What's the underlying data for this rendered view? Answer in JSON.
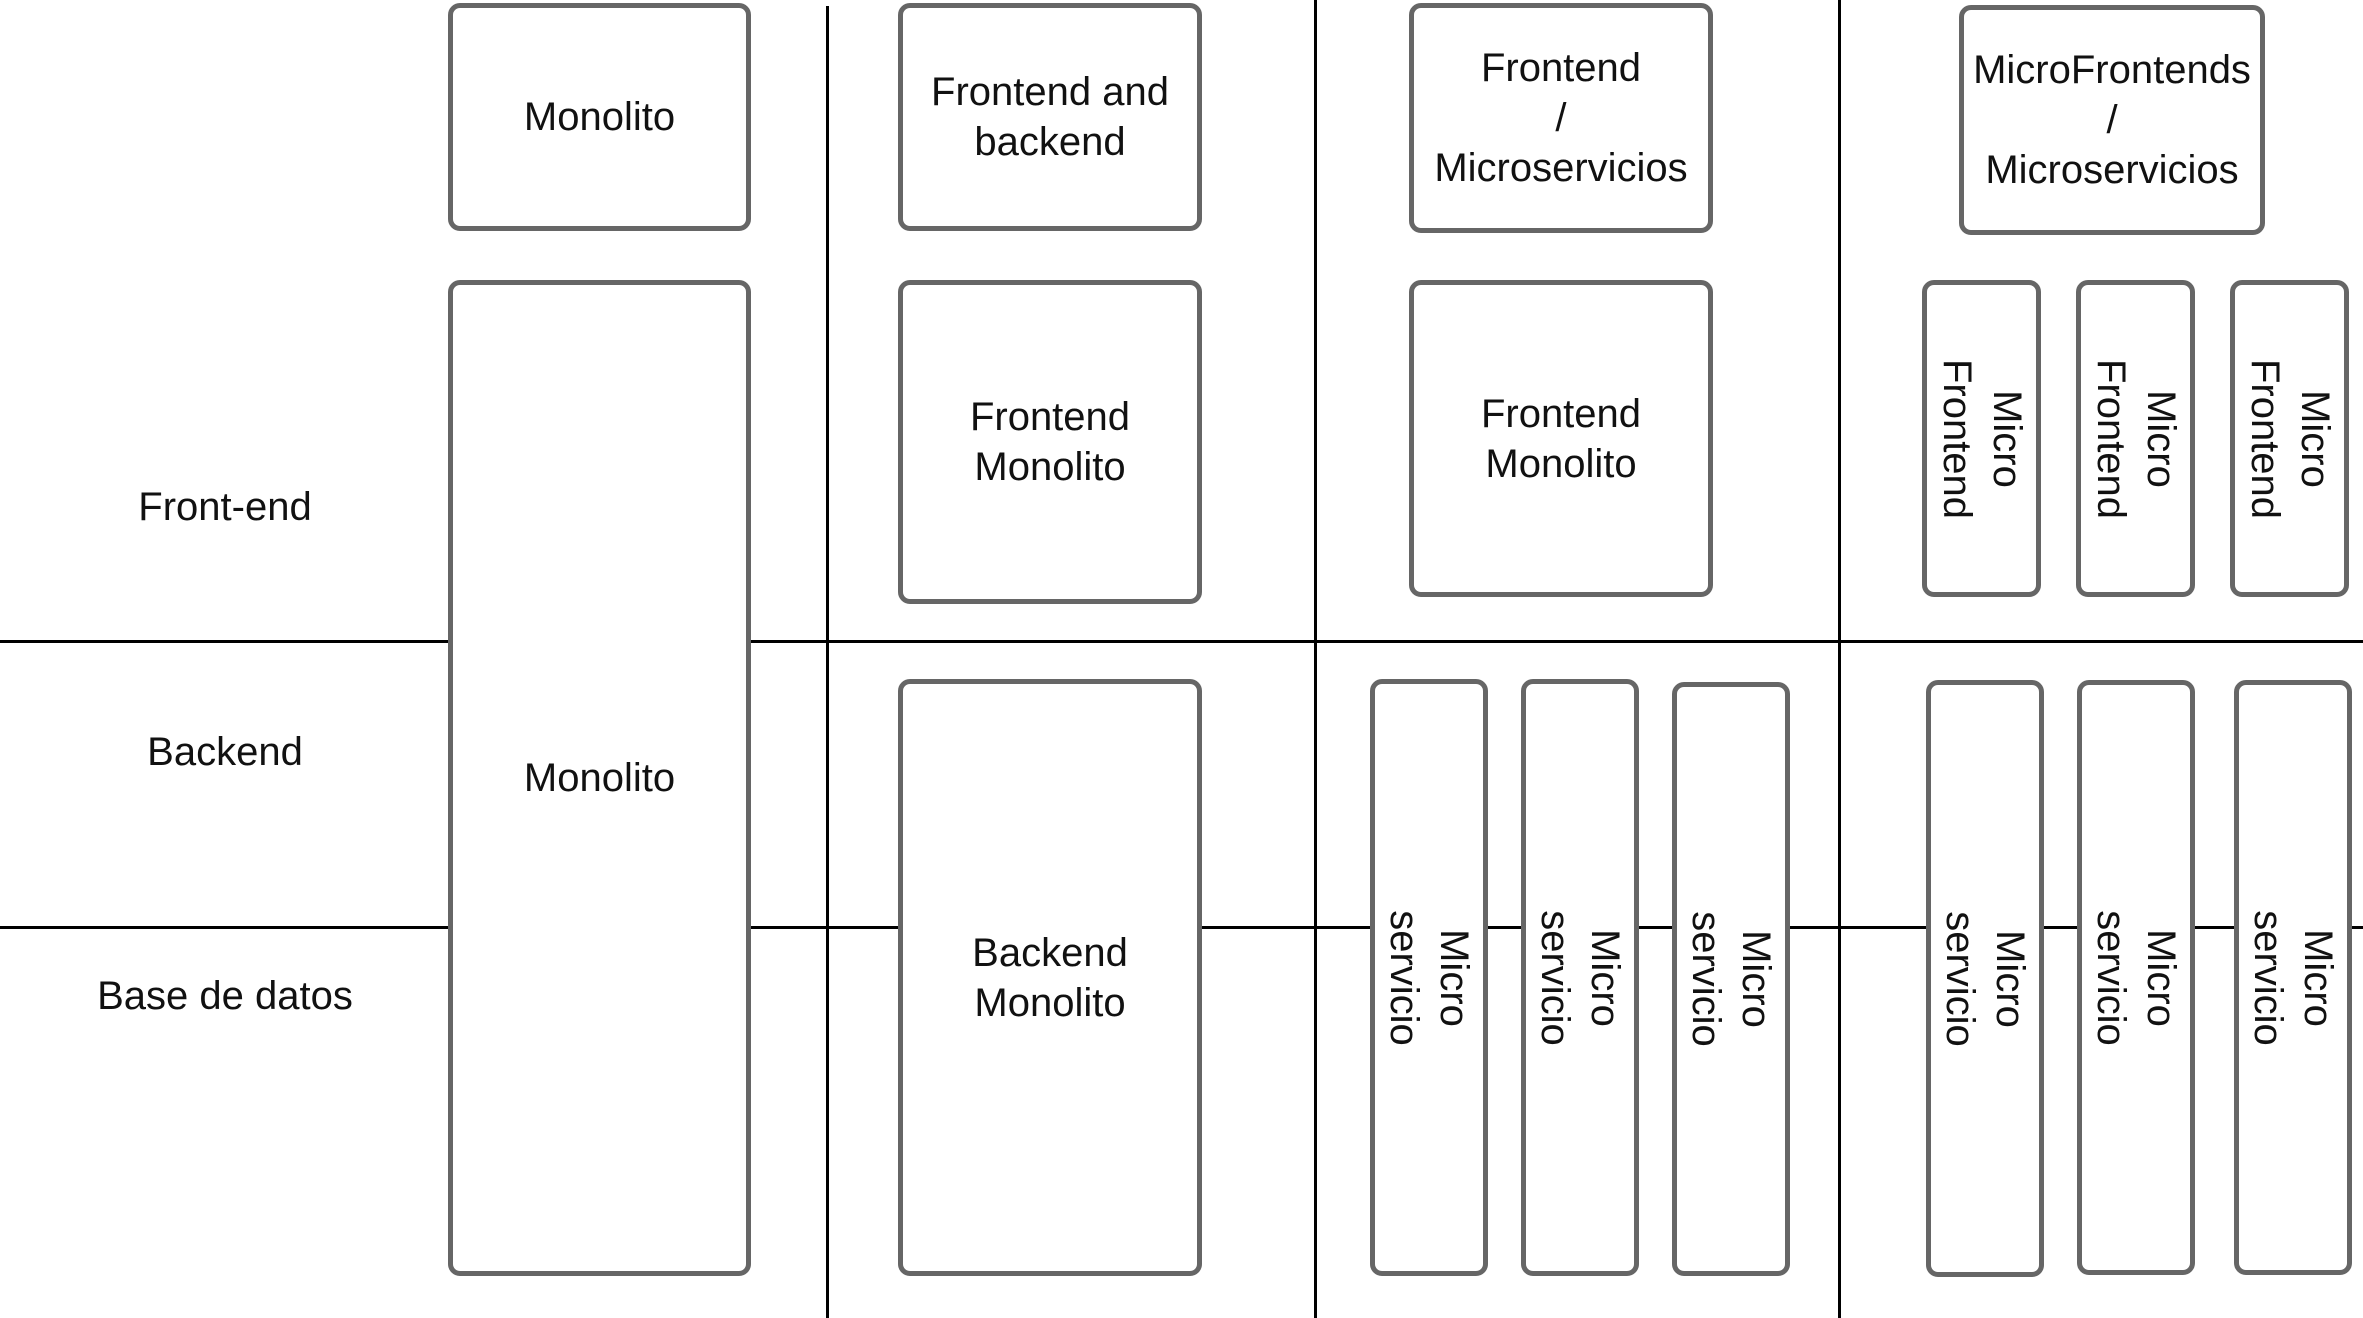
{
  "rows": {
    "frontend": "Front-end",
    "backend": "Backend",
    "database": "Base de datos"
  },
  "col1": {
    "title": "Monolito",
    "body": "Monolito"
  },
  "col2": {
    "title": "Frontend and\nbackend",
    "frontend": "Frontend\nMonolito",
    "backend": "Backend\nMonolito"
  },
  "col3": {
    "title": "Frontend\n/\nMicroservicios",
    "frontend": "Frontend\nMonolito",
    "services": [
      "Micro servicio",
      "Micro servicio",
      "Micro servicio"
    ]
  },
  "col4": {
    "title": "MicroFrontends\n/\nMicroservicios",
    "frontends": [
      "Micro\nFrontend",
      "Micro\nFrontend",
      "Micro\nFrontend"
    ],
    "services": [
      "Micro servicio",
      "Micro servicio",
      "Micro servicio"
    ]
  }
}
